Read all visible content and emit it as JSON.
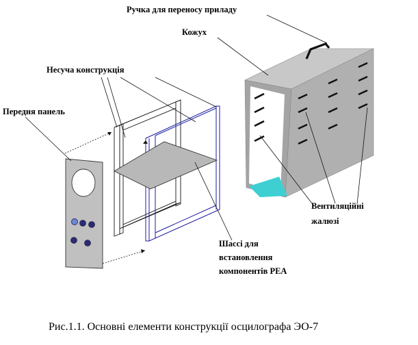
{
  "labels": {
    "handle": "Ручка для переносу приладу",
    "casing": "Кожух",
    "frame": "Несуча конструкція",
    "front_panel": "Передня панель",
    "vents_line1": "Вентиляційні",
    "vents_line2": "жалюзі",
    "chassis_line1": "Шассі для",
    "chassis_line2": "встановлення",
    "chassis_line3": "компонентів РЕА"
  },
  "caption": "Рис.1.1. Основні елементи конструкції осцилографа ЭО-7",
  "colors": {
    "casing_top": "#c8c8c8",
    "casing_side": "#b4b4b4",
    "casing_front_dark": "#9a9a9a",
    "panel": "#c0c0c0",
    "chassis": "#b8b8b8",
    "cyan_floor": "#3ecfd2",
    "knob": "#2a2a7a",
    "knob_light": "#6a8ad0",
    "blue_frame": "#1a1aa0"
  }
}
